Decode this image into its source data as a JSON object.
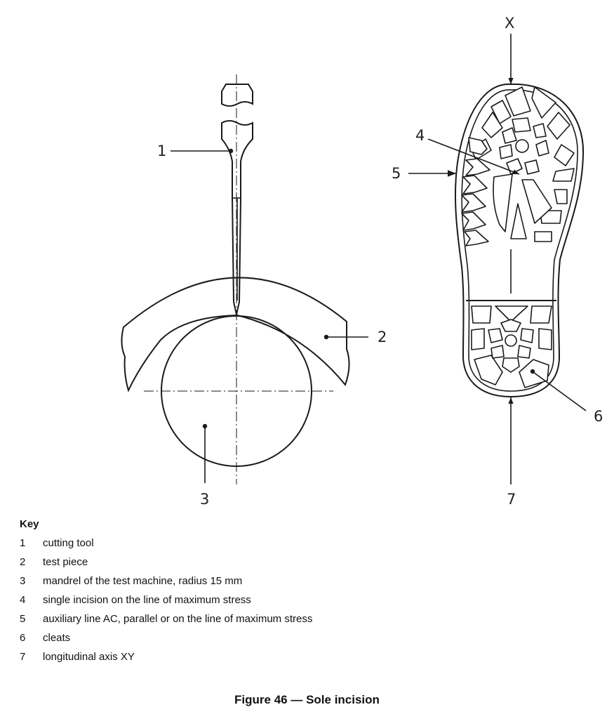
{
  "diagram": {
    "callouts": [
      "1",
      "2",
      "3",
      "4",
      "5",
      "6",
      "7"
    ],
    "axis_top_label": "X"
  },
  "key": {
    "heading": "Key",
    "items": [
      {
        "num": "1",
        "text": "cutting tool"
      },
      {
        "num": "2",
        "text": "test piece"
      },
      {
        "num": "3",
        "text": "mandrel of the test machine, radius 15 mm"
      },
      {
        "num": "4",
        "text": "single incision on the line of maximum stress"
      },
      {
        "num": "5",
        "text": "auxiliary line AC, parallel or on the line of maximum stress"
      },
      {
        "num": "6",
        "text": "cleats"
      },
      {
        "num": "7",
        "text": "longitudinal axis XY"
      }
    ]
  },
  "caption": "Figure 46 — Sole incision"
}
